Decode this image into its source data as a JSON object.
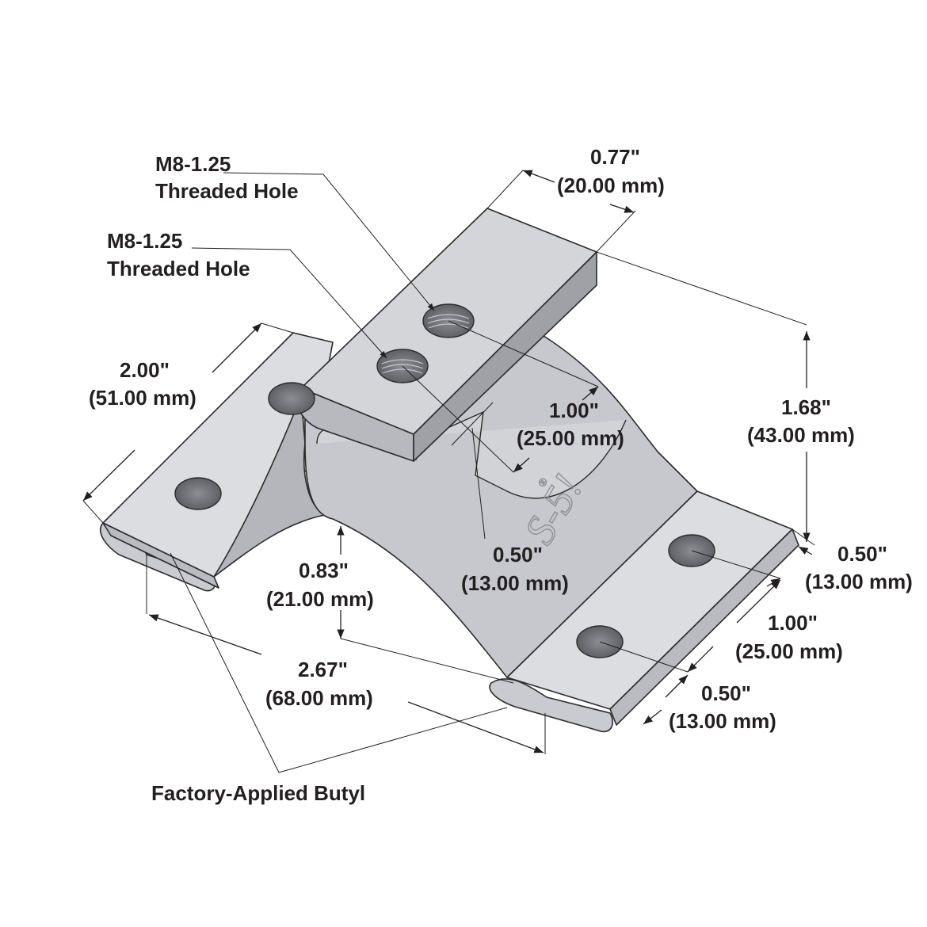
{
  "labels": {
    "threaded_hole_1": {
      "line1": "M8-1.25",
      "line2": "Threaded Hole"
    },
    "threaded_hole_2": {
      "line1": "M8-1.25",
      "line2": "Threaded Hole"
    },
    "top_width": {
      "imperial": "0.77\"",
      "metric": "(20.00 mm)"
    },
    "flange_length": {
      "imperial": "2.00\"",
      "metric": "(51.00 mm)"
    },
    "hole_spacing": {
      "imperial": "1.00\"",
      "metric": "(25.00 mm)"
    },
    "total_height": {
      "imperial": "1.68\"",
      "metric": "(43.00 mm)"
    },
    "hole_edge_offset": {
      "imperial": "0.50\"",
      "metric": "(13.00 mm)"
    },
    "arch_height": {
      "imperial": "0.83\"",
      "metric": "(21.00 mm)"
    },
    "right_edge_top": {
      "imperial": "0.50\"",
      "metric": "(13.00 mm)"
    },
    "right_hole_spacing": {
      "imperial": "1.00\"",
      "metric": "(25.00 mm)"
    },
    "right_edge_bottom": {
      "imperial": "0.50\"",
      "metric": "(13.00 mm)"
    },
    "base_width": {
      "imperial": "2.67\"",
      "metric": "(68.00 mm)"
    },
    "butyl": "Factory-Applied Butyl"
  },
  "logo": {
    "text": "S-5!",
    "registered": "®"
  },
  "colors": {
    "metal_light": "#d8d9dd",
    "metal_mid": "#c4c6cb",
    "metal_dark": "#a9abb1",
    "hole": "#707278",
    "ink": "#231f20"
  }
}
